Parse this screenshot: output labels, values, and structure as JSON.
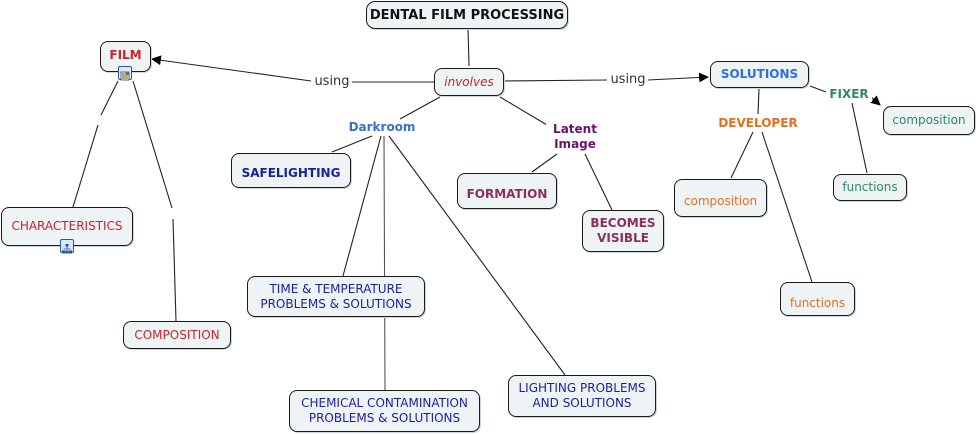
{
  "title": "DENTAL FILM PROCESSING",
  "colors": {
    "root": "#111111",
    "film": "#cc2229",
    "linking": "#333333",
    "darkroom": "#3a6ec8",
    "navy": "#1a1fa0",
    "latent": "#6b1170",
    "maroon": "#8b2e5c",
    "solutions": "#2f6de0",
    "developer": "#e07020",
    "fixer": "#2f8a60"
  },
  "nodes": {
    "root": "DENTAL FILM PROCESSING",
    "involves": "involves",
    "using_left": "using",
    "using_right": "using",
    "film": "FILM",
    "characteristics": "CHARACTERISTICS",
    "composition_film": "COMPOSITION",
    "darkroom": "Darkroom",
    "safelighting": "SAFELIGHTING",
    "time_temp_1": "TIME & TEMPERATURE",
    "time_temp_2": "PROBLEMS & SOLUTIONS",
    "chemical_1": "CHEMICAL CONTAMINATION",
    "chemical_2": "PROBLEMS & SOLUTIONS",
    "lighting_1": "LIGHTING PROBLEMS",
    "lighting_2": "AND SOLUTIONS",
    "latent_1": "Latent",
    "latent_2": "Image",
    "formation": "FORMATION",
    "becomes_1": "BECOMES",
    "becomes_2": "VISIBLE",
    "solutions": "SOLUTIONS",
    "developer": "DEVELOPER",
    "dev_composition": "composition",
    "dev_functions": "functions",
    "fixer": "FIXER",
    "fix_composition": "composition",
    "fix_functions": "functions"
  },
  "icons": {
    "film_resource": "document-image-icon",
    "characteristics_resource": "submap-icon"
  }
}
